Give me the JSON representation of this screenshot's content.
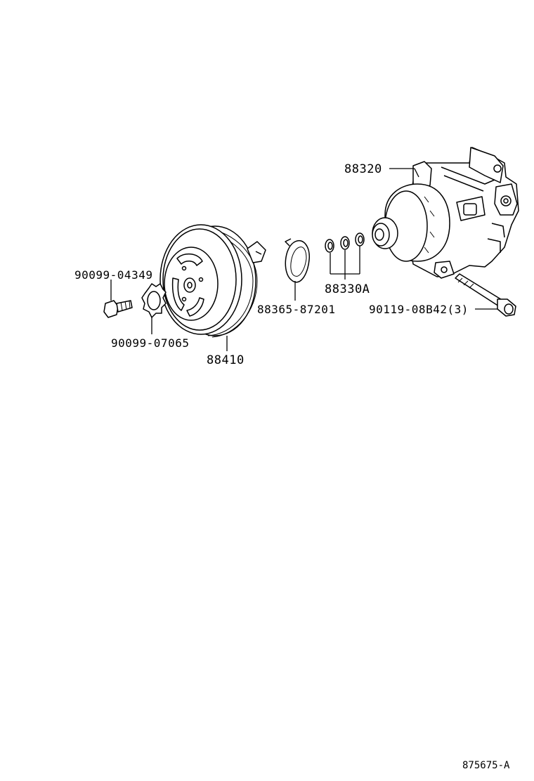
{
  "labels": {
    "bolt": "90099-04349",
    "lock_washer": "90099-07065",
    "pulley": "88410",
    "snap_ring": "88365-87201",
    "compressor": "88320",
    "shims": "88330A",
    "mount_bolt": "90119-08B42(3)"
  },
  "reference_code": "875675-A",
  "line_color": "#000000",
  "background": "#ffffff"
}
